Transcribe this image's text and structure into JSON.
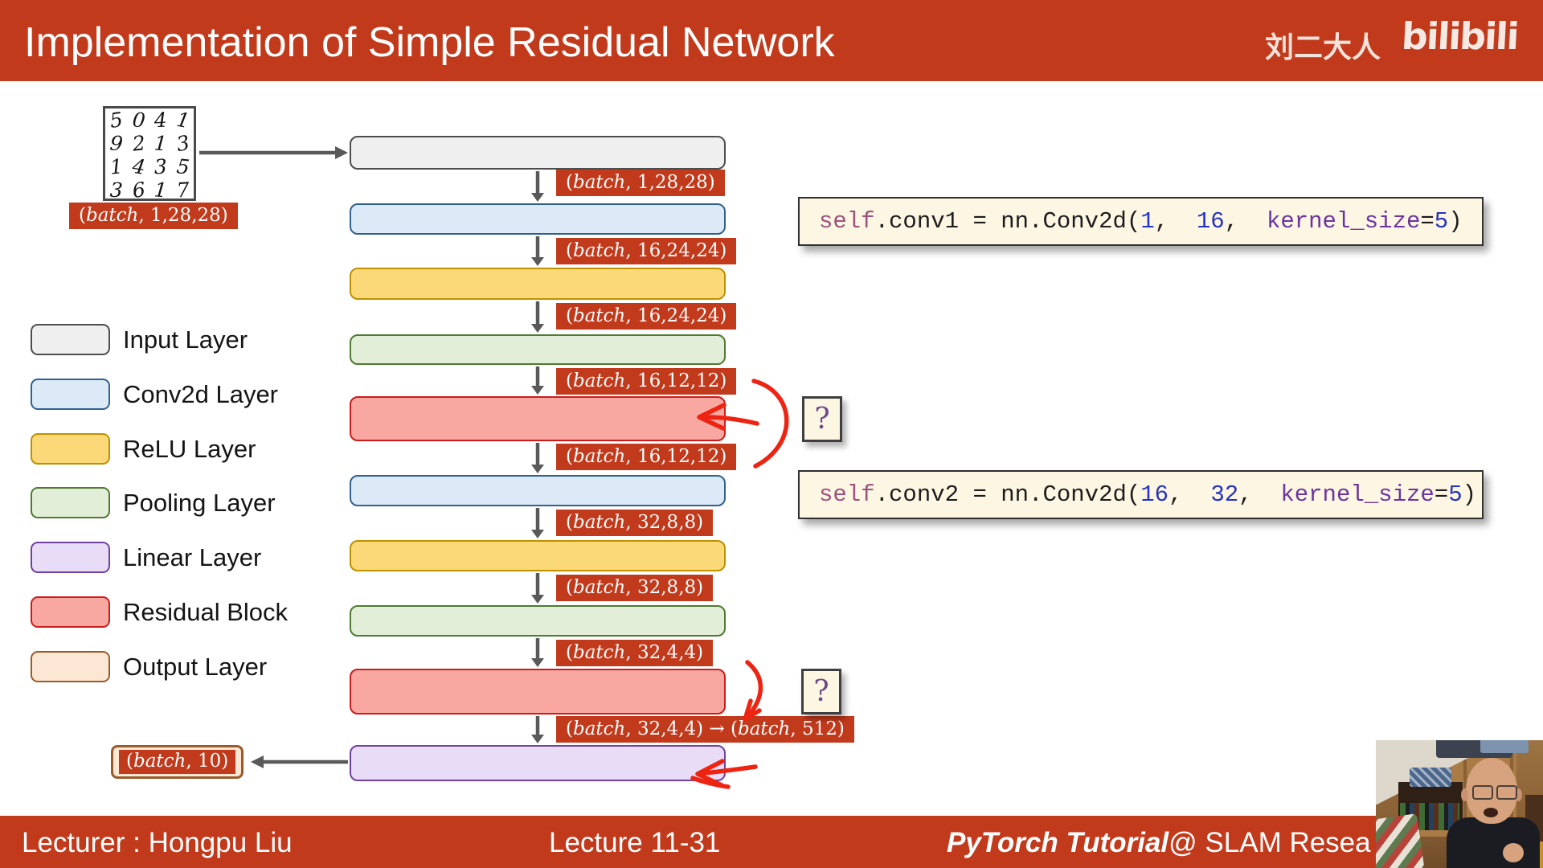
{
  "header": {
    "title": "Implementation of Simple Residual Network",
    "channel_name": "刘二大人",
    "logo_text": "bilibili"
  },
  "colors": {
    "accent_red": "#C23A1C",
    "arrow_gray": "#595959",
    "annotation_red": "#EE2413",
    "code_bg": "#FDF6E3"
  },
  "mnist": {
    "rows": [
      "5041",
      "9213",
      "1435",
      "3617"
    ],
    "shape_label": "(batch, 1,28,28)"
  },
  "legend": {
    "items": [
      {
        "label": "Input Layer",
        "fill": "#F0EFEF",
        "border": "#4D4D4D"
      },
      {
        "label": "Conv2d Layer",
        "fill": "#DCE9F7",
        "border": "#31618E"
      },
      {
        "label": "ReLU Layer",
        "fill": "#FBD978",
        "border": "#BF9000"
      },
      {
        "label": "Pooling Layer",
        "fill": "#E3EED9",
        "border": "#4F7A30"
      },
      {
        "label": "Linear Layer",
        "fill": "#E9DCF7",
        "border": "#7040A0"
      },
      {
        "label": "Residual Block",
        "fill": "#F9A8A1",
        "border": "#CC1B1B"
      },
      {
        "label": "Output Layer",
        "fill": "#FCE7D5",
        "border": "#9A5B2B"
      }
    ]
  },
  "network": {
    "layers": [
      "input",
      "conv2d",
      "relu",
      "pooling",
      "residual",
      "conv2d",
      "relu",
      "pooling",
      "residual",
      "linear"
    ],
    "shape_labels": [
      "(batch, 1,28,28)",
      "(batch, 16,24,24)",
      "(batch, 16,24,24)",
      "(batch, 16,12,12)",
      "(batch, 16,12,12)",
      "(batch, 32,8,8)",
      "(batch, 32,8,8)",
      "(batch, 32,4,4)",
      "(batch, 32,4,4) → (batch, 512)"
    ],
    "output_label": "(batch, 10)"
  },
  "code": {
    "snippet1_tokens": [
      {
        "text": "self",
        "color": "self"
      },
      {
        "text": ".conv1 = nn.Conv2d(",
        "color": "plain"
      },
      {
        "text": "1",
        "color": "num"
      },
      {
        "text": ",  ",
        "color": "plain"
      },
      {
        "text": "16",
        "color": "num"
      },
      {
        "text": ",  ",
        "color": "plain"
      },
      {
        "text": "kernel_size",
        "color": "kw"
      },
      {
        "text": "=",
        "color": "plain"
      },
      {
        "text": "5",
        "color": "num"
      },
      {
        "text": ")",
        "color": "plain"
      }
    ],
    "snippet2_tokens": [
      {
        "text": "self",
        "color": "self"
      },
      {
        "text": ".conv2 = nn.Conv2d(",
        "color": "plain"
      },
      {
        "text": "16",
        "color": "num"
      },
      {
        "text": ",  ",
        "color": "plain"
      },
      {
        "text": "32",
        "color": "num"
      },
      {
        "text": ",  ",
        "color": "plain"
      },
      {
        "text": "kernel_size",
        "color": "kw"
      },
      {
        "text": "=",
        "color": "plain"
      },
      {
        "text": "5",
        "color": "num"
      },
      {
        "text": ")",
        "color": "plain"
      }
    ]
  },
  "annotations": {
    "question_mark": "?"
  },
  "footer": {
    "lecturer": "Lecturer : Hongpu Liu",
    "lecture_no": "Lecture 11-31",
    "course_italic": "PyTorch Tutorial",
    "course_rest": " @ SLAM Resea"
  }
}
